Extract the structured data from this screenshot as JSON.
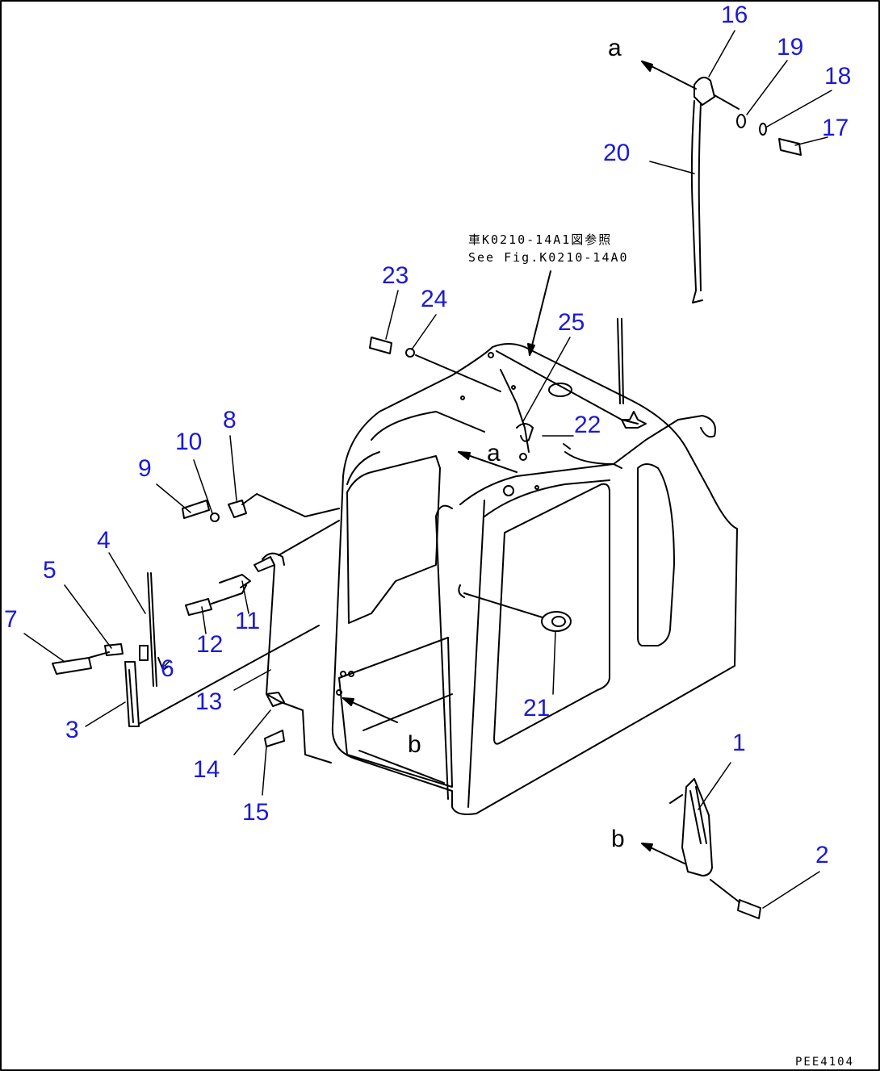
{
  "colors": {
    "callout": "#1a1ad6",
    "line": "#000000",
    "background": "#ffffff"
  },
  "callouts": {
    "c1": "1",
    "c2": "2",
    "c3": "3",
    "c4": "4",
    "c5": "5",
    "c6": "6",
    "c7": "7",
    "c8": "8",
    "c9": "9",
    "c10": "10",
    "c11": "11",
    "c12": "12",
    "c13": "13",
    "c14": "14",
    "c15": "15",
    "c16": "16",
    "c17": "17",
    "c18": "18",
    "c19": "19",
    "c20": "20",
    "c21": "21",
    "c22": "22",
    "c23": "23",
    "c24": "24",
    "c25": "25"
  },
  "view_labels": {
    "a_top": "a",
    "a_cab": "a",
    "b_cab": "b",
    "b_bottom": "b"
  },
  "reference_note": {
    "line1": "車K0210-14A1図参照",
    "line2": "See Fig.K0210-14A0"
  },
  "drawing_number": "PEE4104"
}
